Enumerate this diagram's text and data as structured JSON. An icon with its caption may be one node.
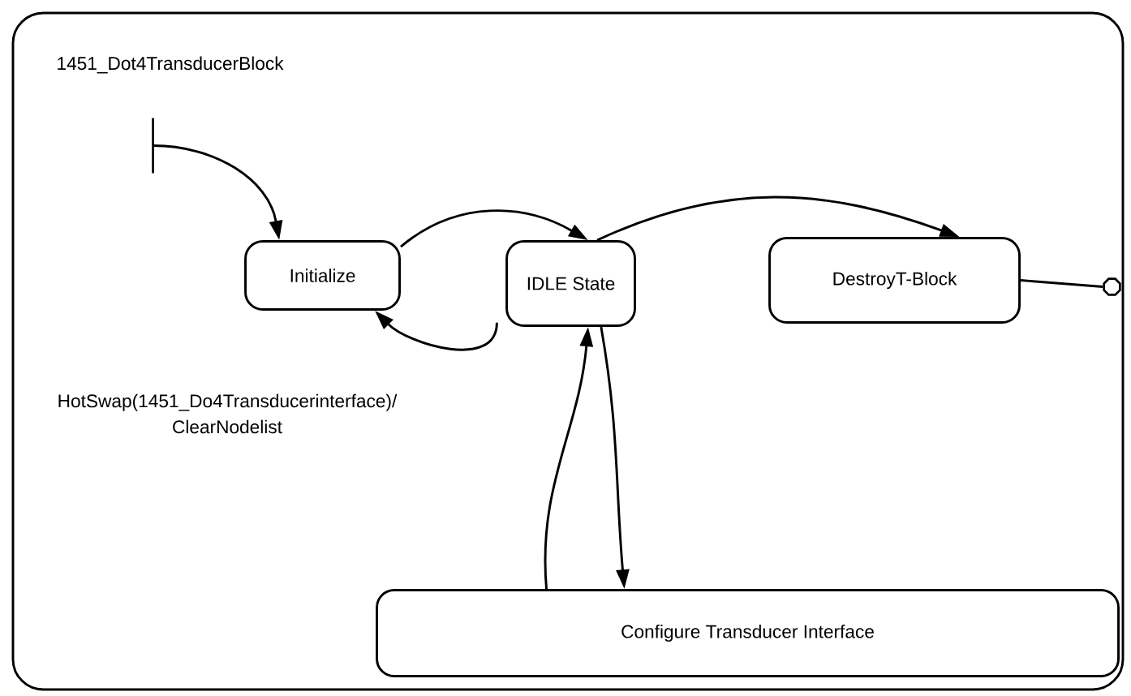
{
  "diagram": {
    "nodes": [
      {
        "text": [
          "1451_Dot4TransducerBlock"
        ]
      },
      {
        "text": [],
        "shape": "bar",
        "in": 0
      },
      {
        "text": [
          "Initialize"
        ],
        "in": 0
      },
      {
        "text": [
          "IDLE State"
        ],
        "in": 0
      },
      {
        "text": [
          "DestroyT-Block"
        ],
        "in": 0
      },
      {
        "text": [],
        "shape": "octagon",
        "in": 0
      },
      {
        "text": [
          "Configure Transducer Interface"
        ],
        "in": 0
      }
    ],
    "edges": [
      {
        "from": 1,
        "to": 2,
        "arrow": "to"
      },
      {
        "from": 2,
        "to": 3,
        "arrow": "to"
      },
      {
        "from": 3,
        "to": 2,
        "arrow": "to",
        "label": "HotSwap(1451_Do4Transducerinterface)/ ClearNodelist"
      },
      {
        "from": 3,
        "to": 6,
        "arrow": "to"
      },
      {
        "from": 6,
        "to": 3,
        "arrow": "to"
      },
      {
        "from": 3,
        "to": 4,
        "arrow": "to"
      },
      {
        "from": 4,
        "to": 5,
        "arrow": "none"
      }
    ]
  }
}
